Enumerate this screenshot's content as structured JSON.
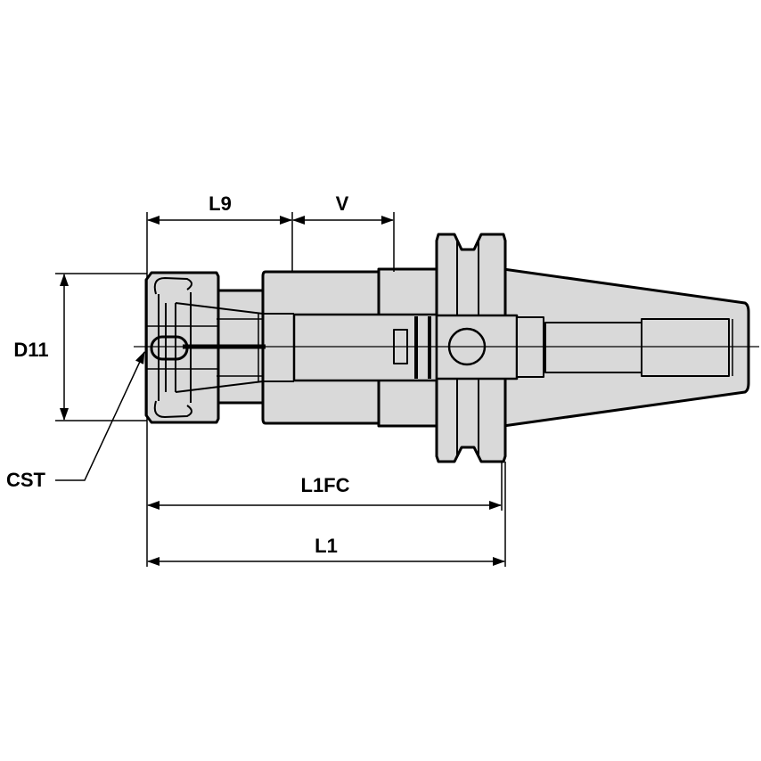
{
  "title": "Collet chuck tool holder dimension drawing",
  "labels": {
    "l9": "L9",
    "v": "V",
    "d11": "D11",
    "cst": "CST",
    "l1fc": "L1FC",
    "l1": "L1"
  },
  "colors": {
    "body_fill": "#d9d9d9",
    "line": "#000000"
  }
}
